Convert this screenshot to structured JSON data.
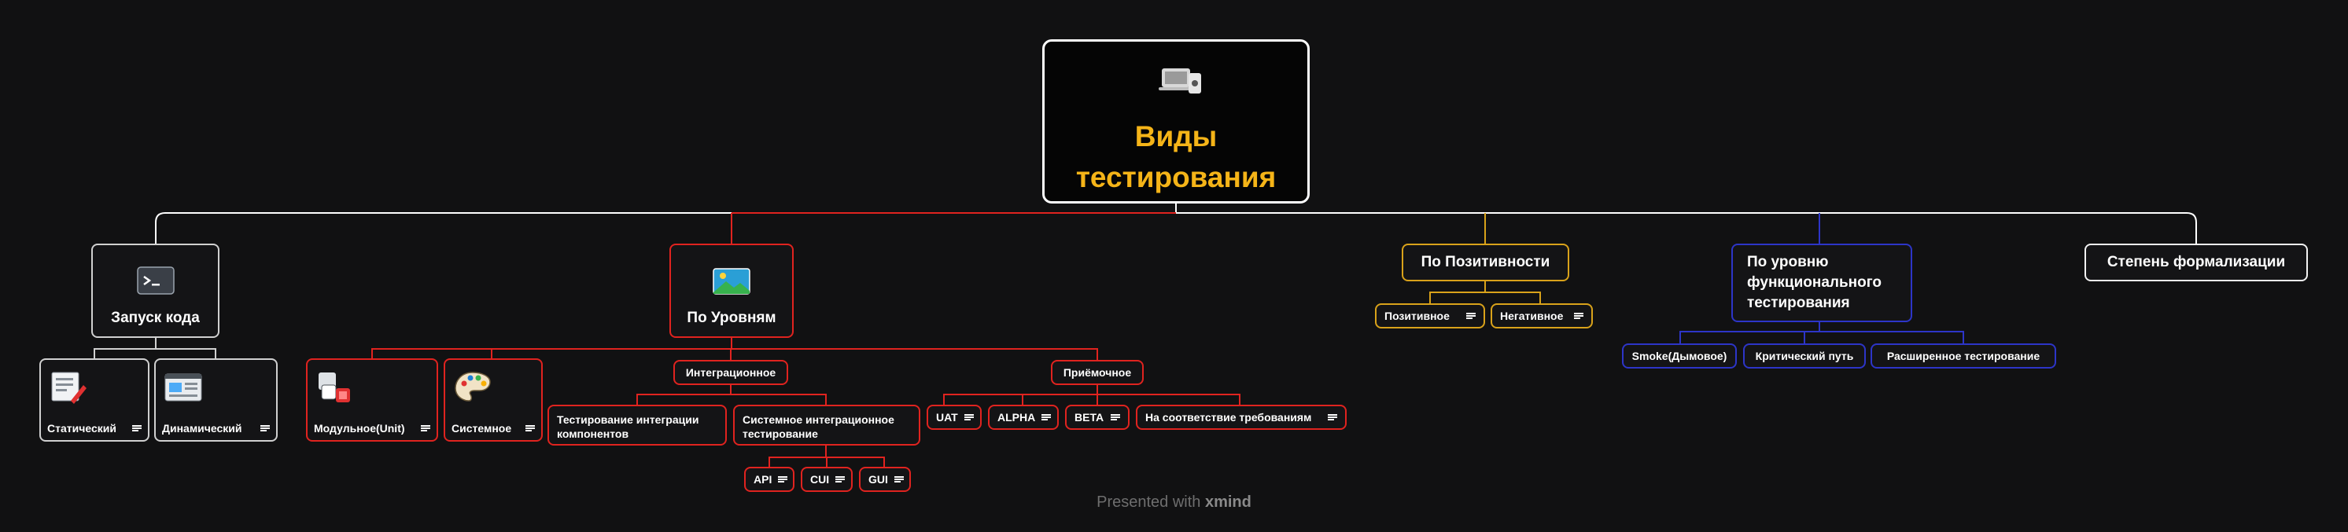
{
  "root": {
    "title": "Виды тестирования",
    "icon": "devices-icon"
  },
  "branches": {
    "launch": {
      "label": "Запуск кода",
      "icon": "terminal-icon",
      "children": [
        {
          "label": "Статический",
          "icon": "document-edit-icon"
        },
        {
          "label": "Динамический",
          "icon": "dashboard-window-icon"
        }
      ]
    },
    "levels": {
      "label": "По Уровням",
      "icon": "landscape-image-icon",
      "children": {
        "unit": {
          "label": "Модульное(Unit)",
          "icon": "modules-icon"
        },
        "system": {
          "label": "Системное",
          "icon": "palette-icon"
        },
        "integration": {
          "label": "Интеграционное",
          "children": {
            "components": "Тестирование интеграции компонентов",
            "system_integration": "Системное интеграционное тестирование",
            "interfaces": [
              "API",
              "CUI",
              "GUI"
            ]
          }
        },
        "acceptance": {
          "label": "Приёмочное",
          "children": [
            "UAT",
            "ALPHA",
            "BETA",
            "На соответствие требованиям"
          ]
        }
      }
    },
    "positivity": {
      "label": "По Позитивности",
      "children": [
        "Позитивное",
        "Негативное"
      ]
    },
    "functional": {
      "label": "По уровню функционального тестирования",
      "children": [
        "Smoke(Дымовое)",
        "Критический путь",
        "Расширенное тестирование"
      ]
    },
    "formalization": {
      "label": "Степень формализации"
    }
  },
  "colors": {
    "root_title": "#f5b418",
    "launch": "#d0d0d0",
    "levels": "#e0231f",
    "positivity": "#d9a21a",
    "functional": "#2d35c8",
    "formalization": "#f2f2f2"
  },
  "footer": {
    "prefix": "Presented with",
    "brand": "xmind"
  }
}
